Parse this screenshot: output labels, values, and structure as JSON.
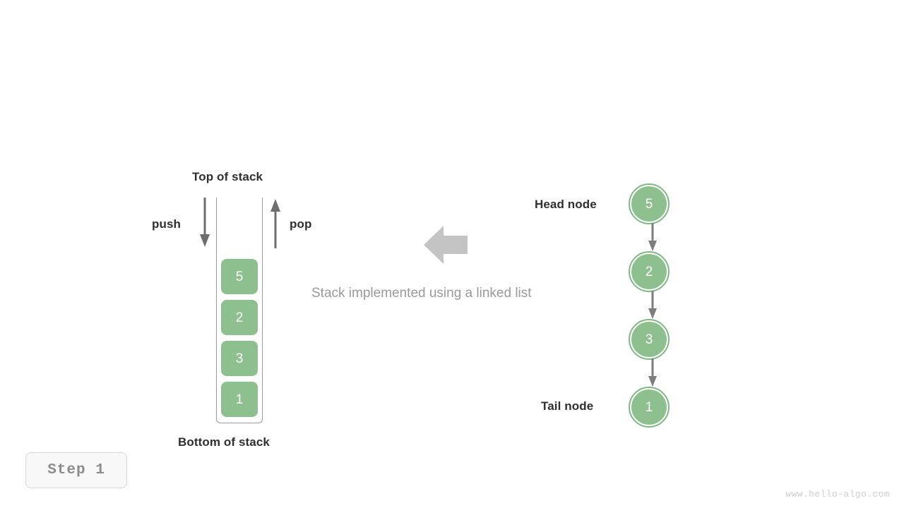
{
  "diagram": {
    "title_top": "Top of stack",
    "title_bottom": "Bottom of stack",
    "push_label": "push",
    "pop_label": "pop",
    "center_caption": "Stack implemented using a linked list",
    "head_label": "Head node",
    "tail_label": "Tail node",
    "step_badge": "Step  1",
    "watermark": "www.hello-algo.com",
    "colors": {
      "node_fill": "#8ec08f",
      "node_ring": "#7fb884",
      "arrow_gray": "#6e6e6e",
      "transition_arrow": "#c4c4c4",
      "container_border": "#9b9b9b",
      "text_dark": "#2f2f2f",
      "text_gray": "#9a9a9a"
    }
  },
  "stack": {
    "items": [
      {
        "value": "5"
      },
      {
        "value": "2"
      },
      {
        "value": "3"
      },
      {
        "value": "1"
      }
    ]
  },
  "linked_list": {
    "nodes": [
      {
        "value": "5"
      },
      {
        "value": "2"
      },
      {
        "value": "3"
      },
      {
        "value": "1"
      }
    ]
  },
  "chart_data": {
    "type": "diagram",
    "title": "Stack implemented using a linked list",
    "stack_top_to_bottom": [
      "5",
      "2",
      "3",
      "1"
    ],
    "linked_list_head_to_tail": [
      "5",
      "2",
      "3",
      "1"
    ],
    "annotations": [
      "Top of stack",
      "Bottom of stack",
      "push",
      "pop",
      "Head node",
      "Tail node"
    ],
    "step": "Step  1"
  }
}
